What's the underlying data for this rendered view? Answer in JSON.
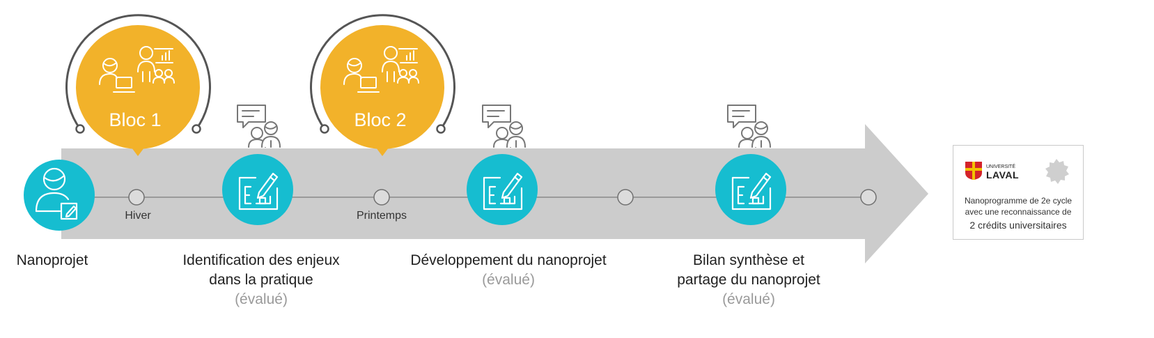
{
  "colors": {
    "arrow": "#cccccc",
    "teal": "#16bdd0",
    "gold": "#f2b22a",
    "timeline_line": "#888888",
    "icon_gray": "#777777"
  },
  "blocs": [
    {
      "label": "Bloc 1"
    },
    {
      "label": "Bloc 2"
    }
  ],
  "seasons": [
    {
      "label": "Hiver"
    },
    {
      "label": "Printemps"
    }
  ],
  "milestones": [
    {
      "title": "Nanoprojet",
      "subtitle": ""
    },
    {
      "title": "Identification des enjeux\ndans la pratique",
      "subtitle": "(évalué)"
    },
    {
      "title": "Développement du nanoprojet",
      "subtitle": "(évalué)"
    },
    {
      "title": "Bilan synthèse et\npartage du nanoprojet",
      "subtitle": "(évalué)"
    }
  ],
  "credit": {
    "logo_small": "UNIVERSITÉ",
    "logo_big": "LAVAL",
    "line1": "Nanoprogramme de 2e cycle",
    "line2": "avec une reconnaissance de",
    "line3": "2 crédits universitaires"
  }
}
